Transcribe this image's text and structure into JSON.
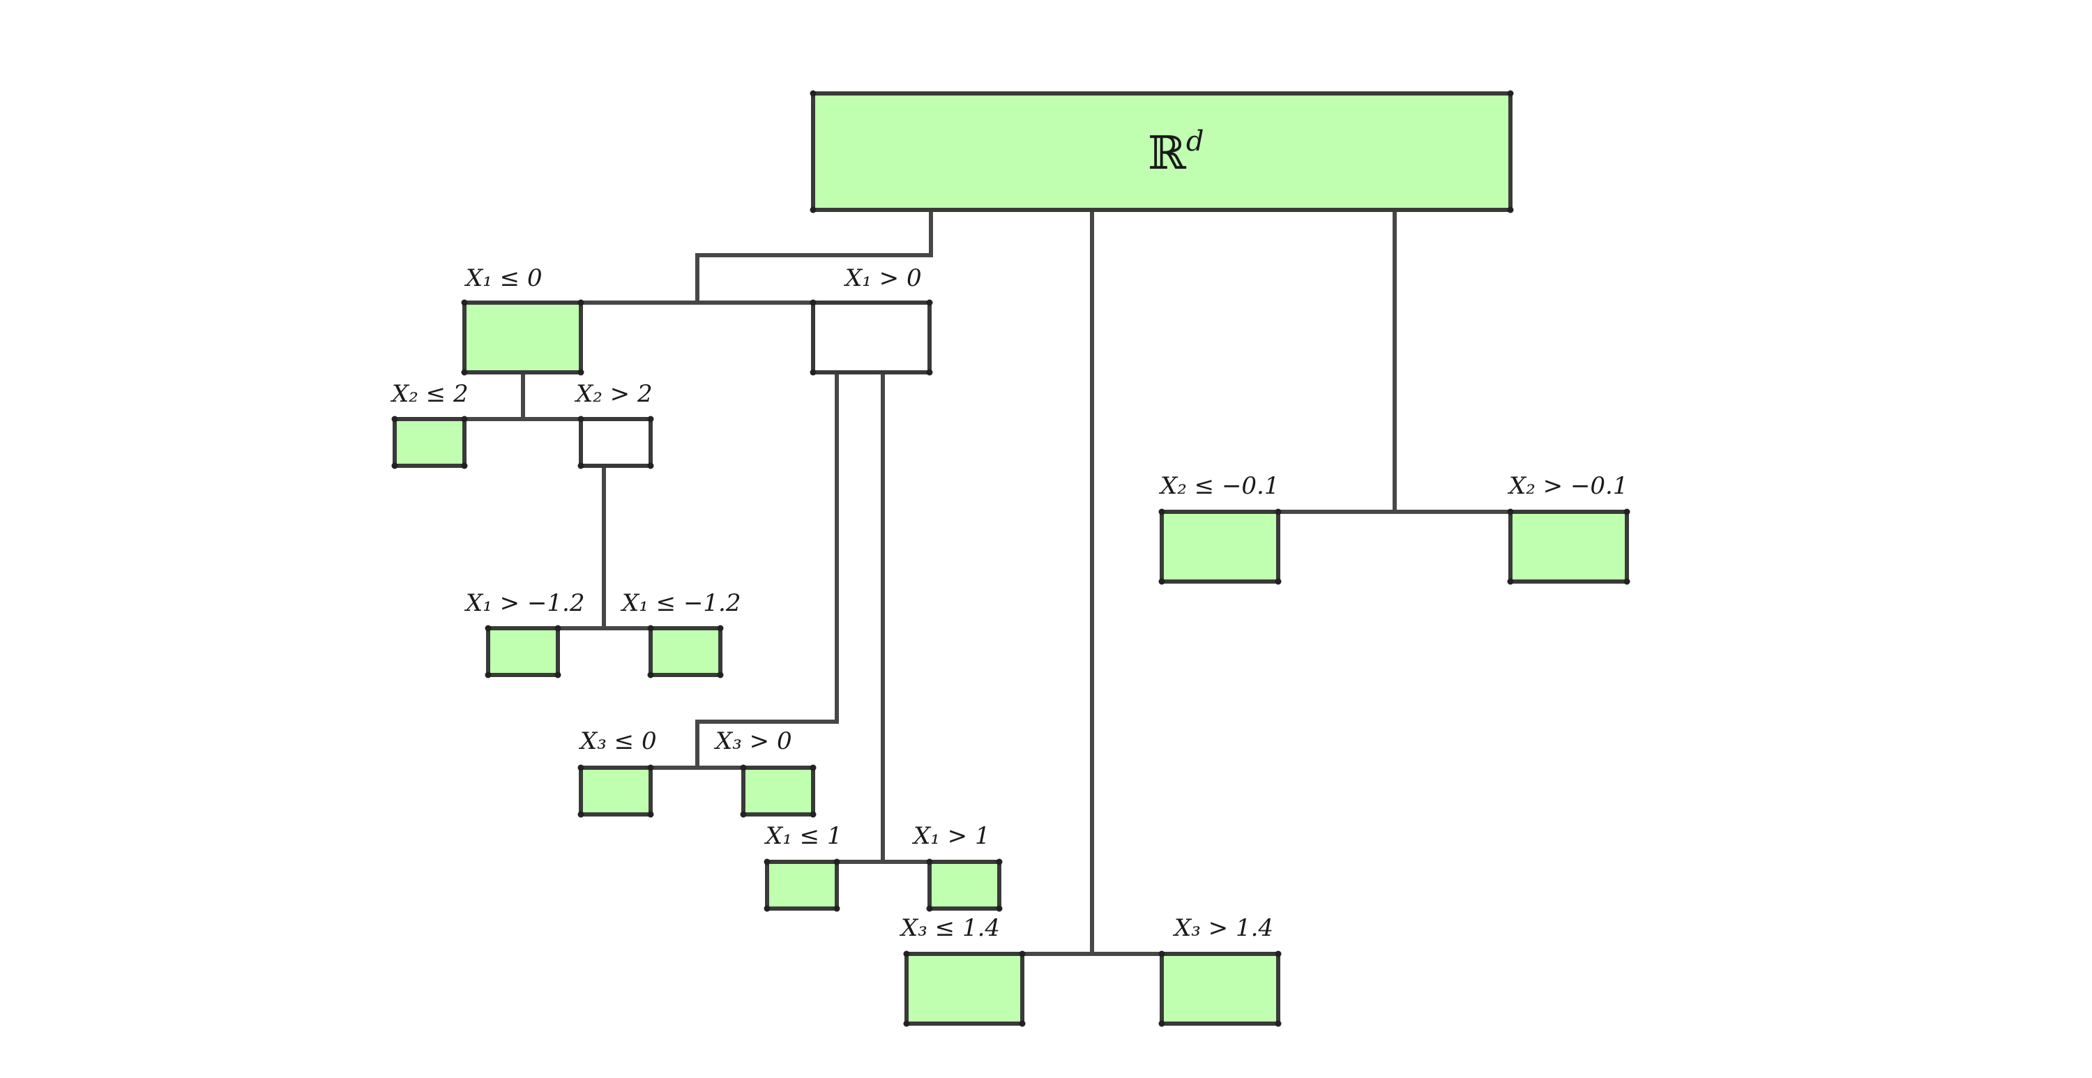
{
  "colors": {
    "leaf_fill": "#c0ffb0",
    "internal_fill": "#ffffff",
    "stroke": "#3a3a3a"
  },
  "root": {
    "symbol": "ℝ",
    "superscript": "d"
  },
  "labels": {
    "x1_le_0": "X₁ ≤ 0",
    "x1_gt_0": "X₁ > 0",
    "x2_le_2": "X₂ ≤ 2",
    "x2_gt_2": "X₂ > 2",
    "x1_gt_m12": "X₁ > −1.2",
    "x1_le_m12": "X₁ ≤ −1.2",
    "x3_le_0": "X₃ ≤ 0",
    "x3_gt_0": "X₃ > 0",
    "x1_le_1": "X₁ ≤ 1",
    "x1_gt_1": "X₁ > 1",
    "x3_le_14": "X₃ ≤ 1.4",
    "x3_gt_14": "X₃ > 1.4",
    "x2_le_m01": "X₂ ≤ −0.1",
    "x2_gt_m01": "X₂ > −0.1"
  }
}
